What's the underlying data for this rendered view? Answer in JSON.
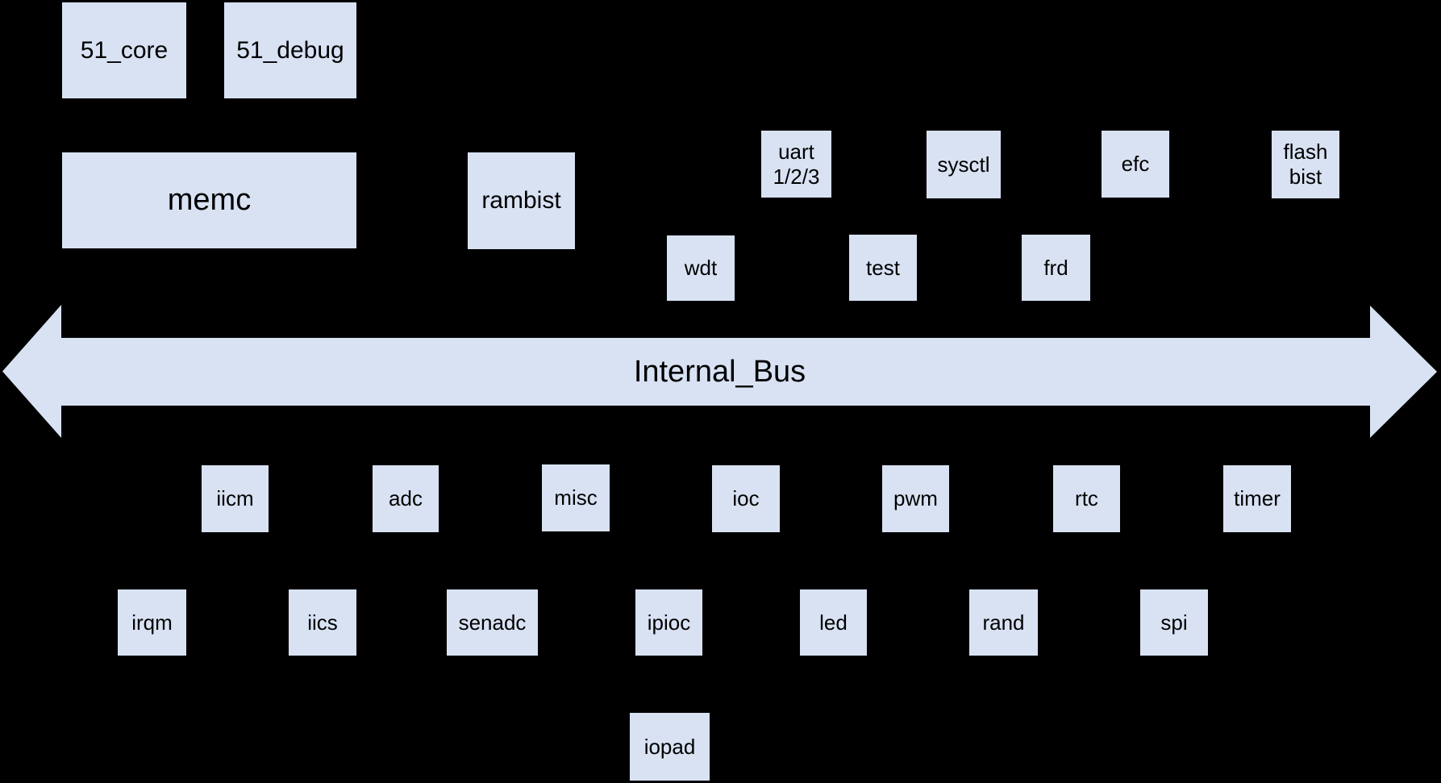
{
  "colors": {
    "background": "#000000",
    "node_fill": "#d9e2f3",
    "text": "#000000"
  },
  "bus": {
    "label": "Internal_Bus"
  },
  "nodes": {
    "core51": "51_core",
    "debug51": "51_debug",
    "memc": "memc",
    "rambist": "rambist",
    "uart": "uart\n1/2/3",
    "sysctl": "sysctl",
    "efc": "efc",
    "flashbist": "flash\nbist",
    "wdt": "wdt",
    "test": "test",
    "frd": "frd",
    "iicm": "iicm",
    "adc": "adc",
    "misc": "misc",
    "ioc": "ioc",
    "pwm": "pwm",
    "rtc": "rtc",
    "timer": "timer",
    "irqm": "irqm",
    "iics": "iics",
    "senadc": "senadc",
    "ipioc": "ipioc",
    "led": "led",
    "rand": "rand",
    "spi": "spi",
    "iopad": "iopad"
  }
}
